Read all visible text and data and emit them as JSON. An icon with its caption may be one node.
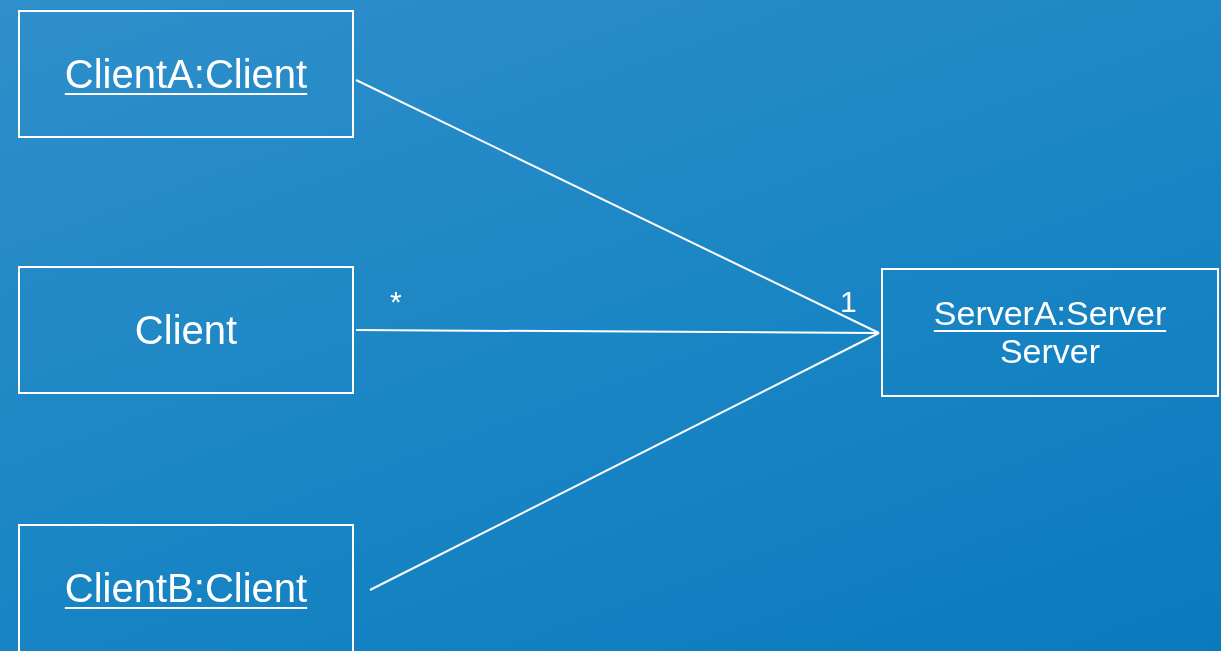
{
  "diagram": {
    "nodes": [
      {
        "text": [
          "ClientA:Client"
        ]
      },
      {
        "text": [
          "Client"
        ]
      },
      {
        "text": [
          "ClientB:Client"
        ]
      },
      {
        "text": [
          "ServerA:Server",
          "Server"
        ]
      }
    ],
    "edges": [
      {
        "from": 0,
        "to": 3,
        "arrow": "none"
      },
      {
        "from": 1,
        "to": 3,
        "arrow": "none"
      },
      {
        "from": 2,
        "to": 3,
        "arrow": "none"
      }
    ],
    "labels": [
      "*",
      "1"
    ]
  }
}
